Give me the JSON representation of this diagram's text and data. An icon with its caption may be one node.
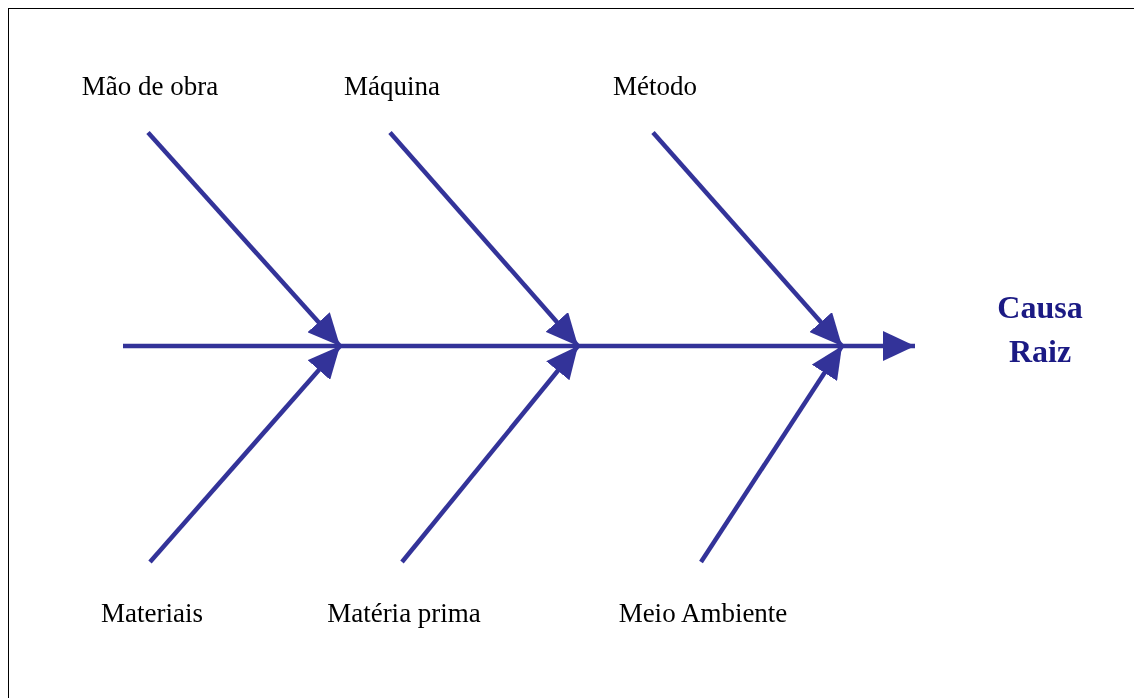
{
  "diagram": {
    "nodes": [
      {
        "text": [
          "Mão de obra"
        ]
      },
      {
        "text": [
          "Máquina"
        ]
      },
      {
        "text": [
          "Método"
        ]
      },
      {
        "text": [
          "Causa Raiz"
        ]
      },
      {
        "text": [
          "Materiais"
        ]
      },
      {
        "text": [
          "Matéria prima"
        ]
      },
      {
        "text": [
          "Meio Ambiente"
        ]
      }
    ],
    "edges": [
      {
        "from": null,
        "to": 3,
        "arrow": "to"
      },
      {
        "from": 0,
        "to": null,
        "arrow": "to"
      },
      {
        "from": 1,
        "to": null,
        "arrow": "to"
      },
      {
        "from": 2,
        "to": null,
        "arrow": "to"
      },
      {
        "from": 4,
        "to": null,
        "arrow": "to"
      },
      {
        "from": 5,
        "to": null,
        "arrow": "to"
      },
      {
        "from": 6,
        "to": null,
        "arrow": "to"
      }
    ]
  }
}
